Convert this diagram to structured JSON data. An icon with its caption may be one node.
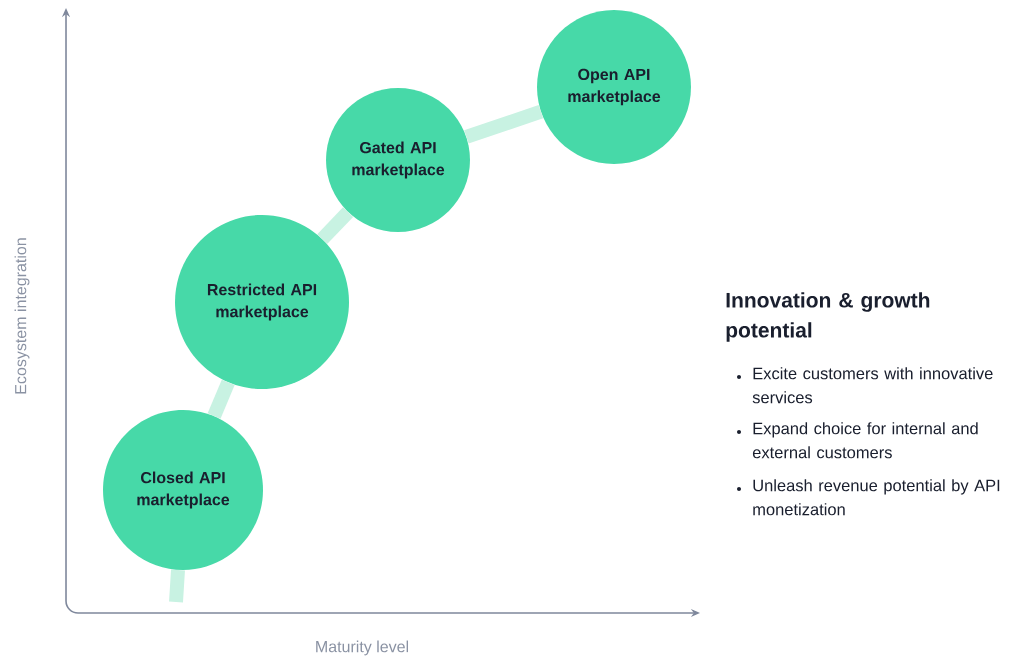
{
  "diagram": {
    "nodes": [
      {
        "text": [
          "Closed API marketplace"
        ]
      },
      {
        "text": [
          "Restricted API marketplace"
        ]
      },
      {
        "text": [
          "Gated API marketplace"
        ]
      },
      {
        "text": [
          "Open API marketplace"
        ]
      }
    ],
    "edges": [
      {
        "from": 0,
        "to": 1,
        "arrow": "none"
      },
      {
        "from": 1,
        "to": 2,
        "arrow": "none"
      },
      {
        "from": 2,
        "to": 3,
        "arrow": "none"
      }
    ],
    "labels": [
      "Ecosystem integration",
      "Innovation & growth potential",
      "Excite customers with innovative services",
      "Expand choice for internal and external customers",
      "Unleash revenue potential by API monetization",
      "Maturity level"
    ]
  }
}
